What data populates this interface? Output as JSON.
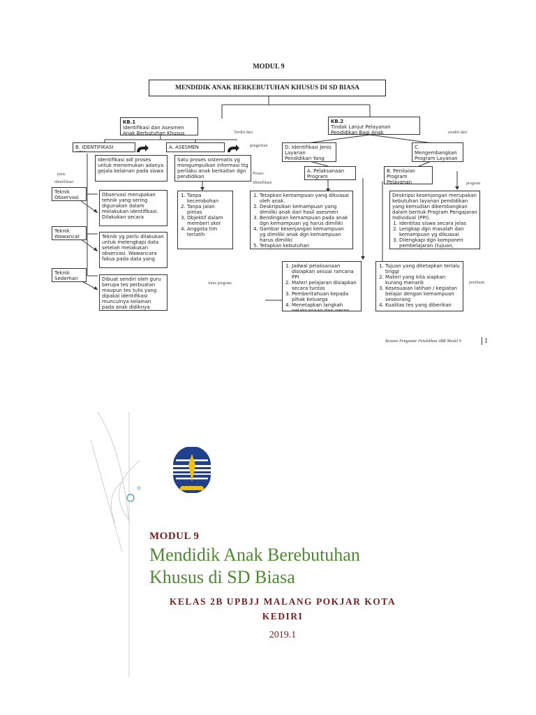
{
  "page1": {
    "module_label": "MODUL 9",
    "main_title": "MENDIDIK ANAK BERKEBUTUHAN KHUSUS DI SD BIASA",
    "kb1": {
      "head": "KB.1",
      "text": "Identifikasi dan Asesmen\nAnak Berbutuhan Khusus"
    },
    "kb2": {
      "head": "KB.2",
      "text": "Tindak Lanjut Pelayanan\nPendidikan Bagi Anak"
    },
    "identifikasi_head": "B. IDENTIFIKASI\nABK",
    "asesmen_head": "A. ASESMEN",
    "identifikasi_def": "Identifikasi adl proses untuk menemukan adanya gejala kelainan pada siswa",
    "asesmen_def": "Satu proses sistematis yg mengumpulkan informasi ttg perilaku anak berkaitan dgn pendidikan",
    "observasi_text": "Observasi merupakan tehnik yang sering digunakan dalam melakukan identifikasi. Dilakukan secara",
    "wawancara_text": "Teknik yg perlu dilakukan untuk melengkapi data setelah melakukan observasi. Wawancara fokus pada data yang",
    "sederhan_text": "Dibuat sendiri oleh guru berupa tes perbuatan maupun tes tulis yang dipakai identifikasi munculnya kelainan pada anak didiknya",
    "teknik_obs": "Teknik\nObservasi",
    "teknik_waw": "Teknik\nWawancar",
    "teknik_sed": "Teknik\nSederhan",
    "asesmen_list": [
      "Tanpa kecerobohan",
      "Tanpa jalan pintas",
      "Objektif dalam memberi skor",
      "Anggota tim terlatih"
    ],
    "d_box": "D. Identifikasi Jenis Layanan Pendidikan Yang",
    "c_box": "C. Mengembangkan Program Layanan Pendidikan",
    "a_pelaks": "A. Pelaksanaan Program",
    "b_penilaian": "B. Penilaian Program Pelayanan",
    "identifikasi_list": [
      "Tetapkan kemampuan yang dikuasai oleh anak.",
      "Deskripsikan kemampuan yang dimiliki anak dari hasil asesmen",
      "Bendingkan kemampuan pada anak dgn kemampuan yg harus dimiliki",
      "Gambar kesenjangan kemampuan yg dimiliki anak dgn kemampuan harus dimiliki",
      "Tetapkan kebutuhan"
    ],
    "deskripsi_text": "Deskripsi kesenjangan merupakan kebutuhan layanan pendidikan yang kemudian dikembangkan dalam bentuk Program Pengajaran Individual (PPI).",
    "deskripsi_list": [
      "Identitas siswa secara jelas",
      "Lengkap dgn masalah dan kemampuan yg dikuasai",
      "Dilengkapi dgn komponen pembelajaran (tujuan,"
    ],
    "pelaks_list": [
      "Jadwal pelaksanaan disiapkan sesuai rancana PPI",
      "Materi pelajaran disiapkan secara tuntas",
      "Pemberitahuan kepada pihak keluarga",
      "Menetapkan langkah pelaksanaan dan peran"
    ],
    "penilaian_list": [
      "Tujuan yang ditetapkan terlalu tinggi",
      "Materi yang kita siapkan kurang menarik",
      "Kesesuaian latihan / kegiatan belajar dengan kemampuan seseorang",
      "Kualitas tes yang diberikan"
    ],
    "labels": {
      "terdiri_dari": "Terdiri dari",
      "pengertian": "pengertian",
      "jenis": "jenis",
      "identifikasi": "identifikasi",
      "proses": "Proses",
      "identifikasi2": "Identifikasi",
      "jenis_program": "Jenis program",
      "penilaian": "penilaian",
      "sendiri_dari": "sendiri dari",
      "program": "program"
    },
    "footer": "Resume Pengantar Pendidikan ABK Modul 9",
    "page_number": "1"
  },
  "cover": {
    "module": "MODUL 9",
    "title_line1": "Mendidik Anak Berebutuhan",
    "title_line2": "Khusus di SD Biasa",
    "class_line1": "KELAS 2B UPBJJ MALANG POKJAR KOTA",
    "class_line2": "KEDIRI",
    "year": "2019.1",
    "colors": {
      "module": "#7a1f1f",
      "title": "#4b8a2f",
      "logo_blue": "#1f3f8f",
      "logo_yellow": "#f2c200"
    }
  }
}
